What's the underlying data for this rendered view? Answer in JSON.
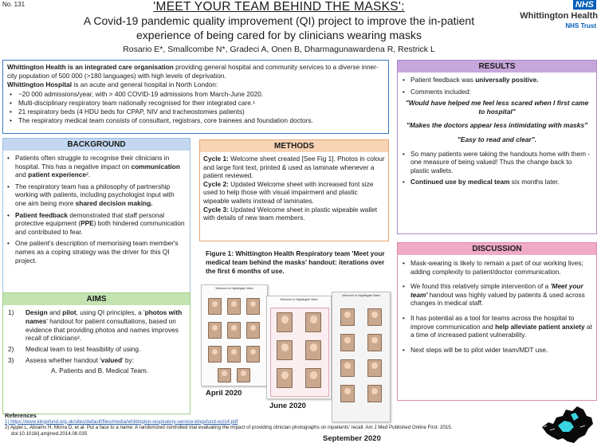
{
  "header": {
    "poster_no": "No. 131",
    "title": "'MEET YOUR TEAM BEHIND THE MASKS':",
    "subtitle_1": "A Covid-19 pandemic quality improvement (QI) project to improve the in-patient",
    "subtitle_2": "experience of being cared for by clinicians wearing masks",
    "authors": "Rosario E*, Smallcombe N*, Gradeci A, Onen B, Dharmagunawardena R, Restrick L"
  },
  "logo": {
    "badge": "NHS",
    "name": "Whittington Health",
    "trust": "NHS Trust"
  },
  "intro": {
    "p1_bold": "Whittington Health is an integrated care organisation",
    "p1_rest": " providing general hospital and community services to a diverse inner-city population of 500 000 (>180 languages) with high levels of deprivation.",
    "p2_bold": "Whittington Hospital",
    "p2_rest": " is an acute and general hospital in North London:",
    "bullets": [
      "~20 000 admissions/year, with > 400 COVID-19 admissions from March-June 2020.",
      "Multi-disciplinary respiratory team nationally recognised for their integrated care.¹",
      "21 respiratory beds (4 HDU beds for CPAP, NIV and tracheostomies patients)",
      "The respiratory medical team consists of consultant, registrars, core trainees and foundation doctors."
    ]
  },
  "background": {
    "header": "BACKGROUND",
    "b1_text": "Patients often struggle to recognise their clinicians in hospital. This has a negative impact on ",
    "b1_bold1": "communication",
    "b1_and": " and ",
    "b1_bold2": "patient experience",
    "b1_end": "².",
    "b2_text": "The respiratory team has a philosophy of partnership working with patients, including psychologist input with one aim being more ",
    "b2_bold": "shared decision making.",
    "b3_bold": "Patient feedback",
    "b3_text": " demonstrated that staff personal protective equipment (",
    "b3_bold2": "PPE",
    "b3_end": ") both hindered communication and contributed to fear.",
    "b4": "One patient's description of memorising team member's names as a coping strategy was the driver for this QI project."
  },
  "aims": {
    "header": "AIMS",
    "n1": "1)",
    "a1_bold": "Design",
    "a1_and": " and ",
    "a1_bold2": "pilot",
    "a1_text": ", using QI principles, a '",
    "a1_bold3": "photos with names",
    "a1_end": "' handout for patient consultations, based on evidence that providing photos and names improves recall of clinicians².",
    "n2": "2)",
    "a2": "Medical team to test feasibility of using.",
    "n3": "3)",
    "a3_text": "Assess whether handout '",
    "a3_bold": "valued",
    "a3_end": "' by:",
    "a3_sub": "A. Patients and B. Medical Team."
  },
  "methods": {
    "header": "METHODS",
    "c1_label": "Cycle 1:",
    "c1": " Welcome sheet created [See Fig 1]. Photos in colour and large font text, printed & used as laminate whenever a patient reviewed.",
    "c2_label": "Cycle 2:",
    "c2": " Updated Welcome sheet with increased font size used to help those with visual impairment and plastic wipeable wallets instead of laminates.",
    "c3_label": "Cycle 3:",
    "c3": " Updated Welcome sheet in plastic wipeable wallet with details of new team members."
  },
  "figure": {
    "caption": "Figure 1: Whittington Health Respiratory team 'Meet your medical team behind the masks' handout: iterations over the first 6 months of use.",
    "sheet_heading": "Welcome to Nightingale Ward",
    "label_1": "April 2020",
    "label_2": "June 2020",
    "label_3": "September 2020"
  },
  "results": {
    "header": "RESULTS",
    "r1_text": "Patient feedback was ",
    "r1_bold": "universally positive.",
    "r2": "Comments included:",
    "q1": "\"Would have helped me feel less scared when I first came to hospital\"",
    "q2": "\"Makes the doctors appear less intimidating with masks\"",
    "q3": "\"Easy to read and clear\".",
    "r3": "So many patients were taking the handouts home with them - one measure of being valued! Thus the change back to plastic wallets.",
    "r4_bold": "Continued use by medical team",
    "r4_rest": " six months later."
  },
  "discussion": {
    "header": "DISCUSSION",
    "d1": "Mask-wearing is likely to remain a part of our working lives; adding complexity to patient/doctor communication.",
    "d2_a": "We found this relatively simple intervention of a ",
    "d2_b": "'Meet your team'",
    "d2_c": " handout was highly valued by patients & used across changes in medical staff.",
    "d3_a": "It has potential as a tool for teams across the hospital to improve communication and ",
    "d3_b": "help alleviate patient anxiety",
    "d3_c": " at a time of increased patient vulnerability.",
    "d4": "Next steps will be to pilot wider team/MDT use."
  },
  "references": {
    "heading": "References",
    "r1": "1) https://www.kingsfund.org.uk/sites/default/files/media/whittington-respiratory-service-kingsfund-oct14.pdf",
    "r2": "2) Appel L, Abrams H, Morra D, et al. Put a face to a name: A randomized controlled trial evaluating the impact of providing clinician photographs on inpatients' recall. Am J Med Published Online First: 2015.",
    "r2b": "doi:10.1016/j.amjmed.2014.08.035"
  }
}
